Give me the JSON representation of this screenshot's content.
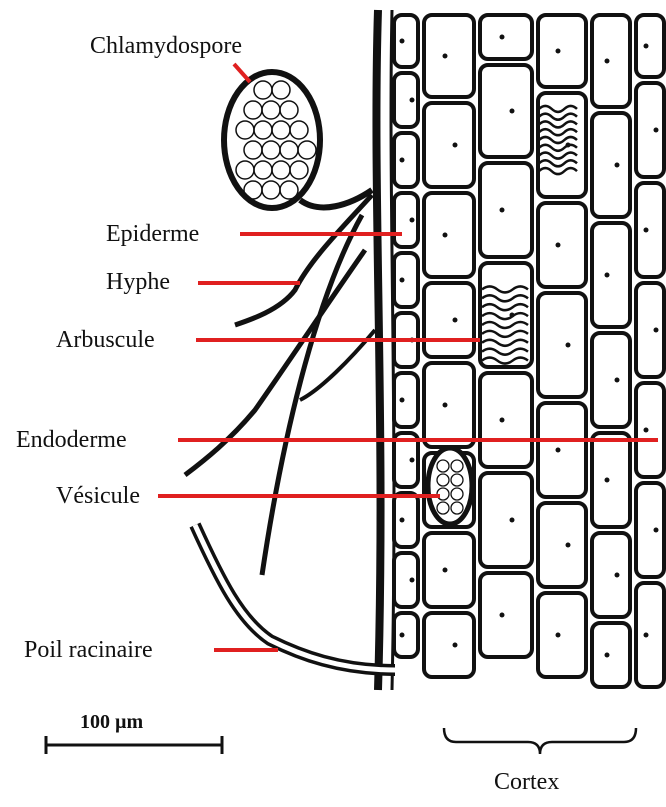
{
  "diagram": {
    "labels": {
      "chlamydospore": "Chlamydospore",
      "epiderme": "Epiderme",
      "hyphe": "Hyphe",
      "arbuscule": "Arbuscule",
      "endoderme": "Endoderme",
      "vesicule": "Vésicule",
      "poil_racinaire": "Poil racinaire",
      "cortex": "Cortex"
    },
    "scale_bar": {
      "label": "100 µm"
    },
    "colors": {
      "pointer": "#e02020",
      "ink": "#111111",
      "cell_fill": "#ffffff"
    }
  }
}
